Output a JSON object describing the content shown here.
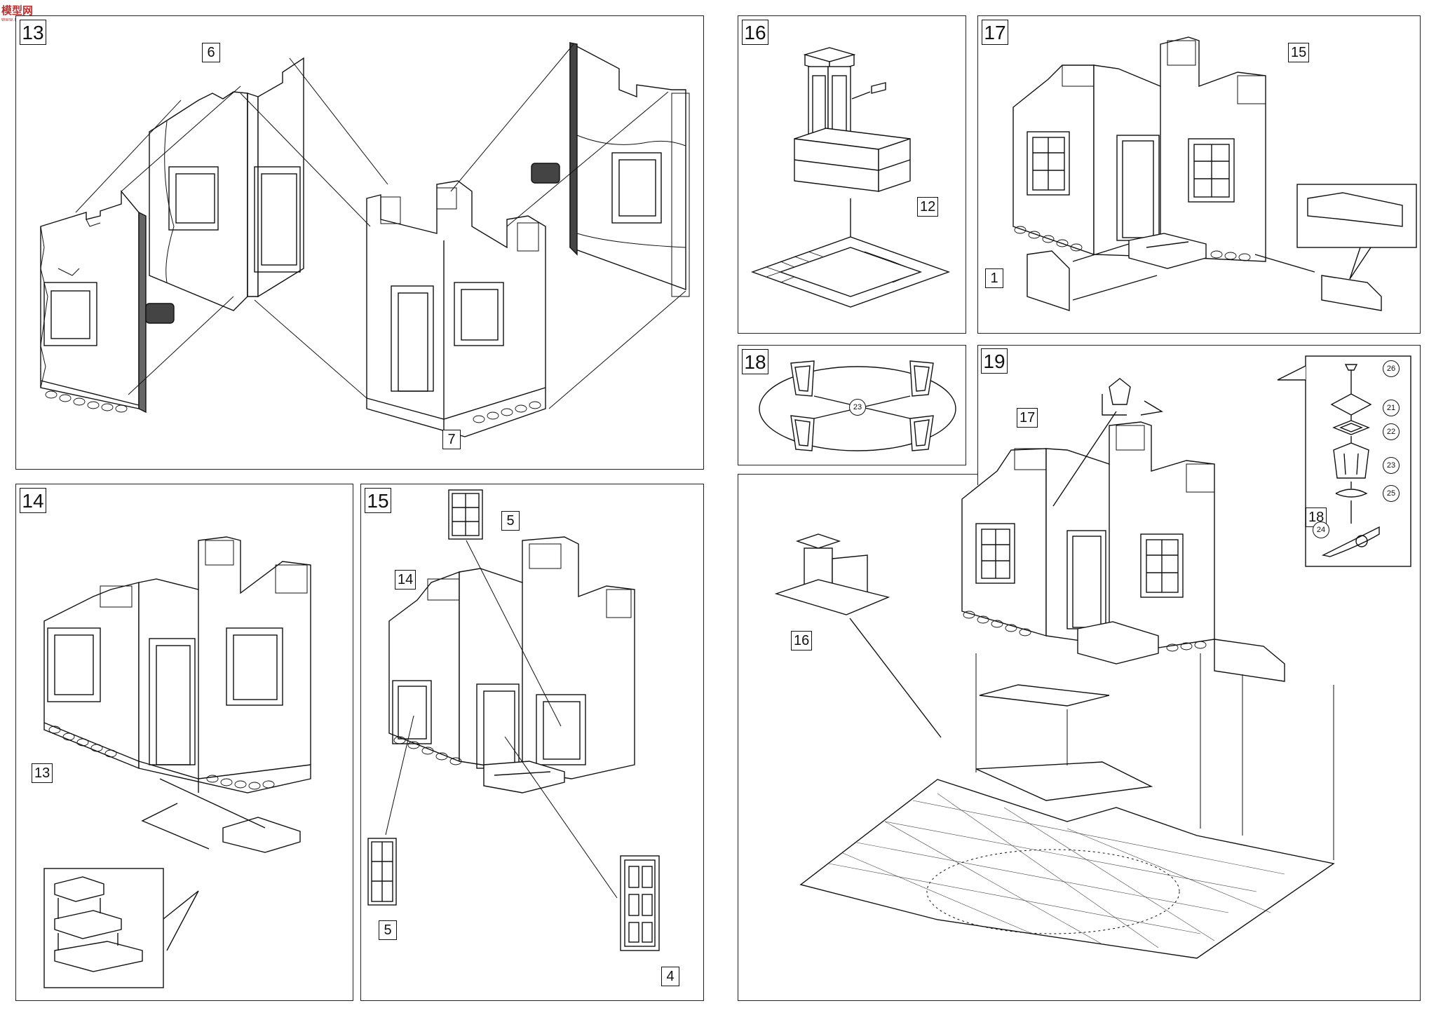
{
  "watermark": {
    "text": "模型网",
    "subtext": "www.moxing.net"
  },
  "steps": {
    "s13": {
      "number": "13",
      "tags": [
        "6",
        "7"
      ]
    },
    "s14": {
      "number": "14",
      "tags": [
        "13"
      ]
    },
    "s15": {
      "number": "15",
      "tags": [
        "5",
        "14",
        "5",
        "4"
      ]
    },
    "s16": {
      "number": "16",
      "tags": [
        "12"
      ]
    },
    "s17": {
      "number": "17",
      "tags": [
        "15",
        "1"
      ]
    },
    "s18": {
      "number": "18",
      "parts": [
        "23"
      ]
    },
    "s19": {
      "number": "19",
      "tags": [
        "17",
        "16",
        "18"
      ],
      "parts": [
        "26",
        "21",
        "22",
        "23",
        "25",
        "24"
      ]
    }
  }
}
